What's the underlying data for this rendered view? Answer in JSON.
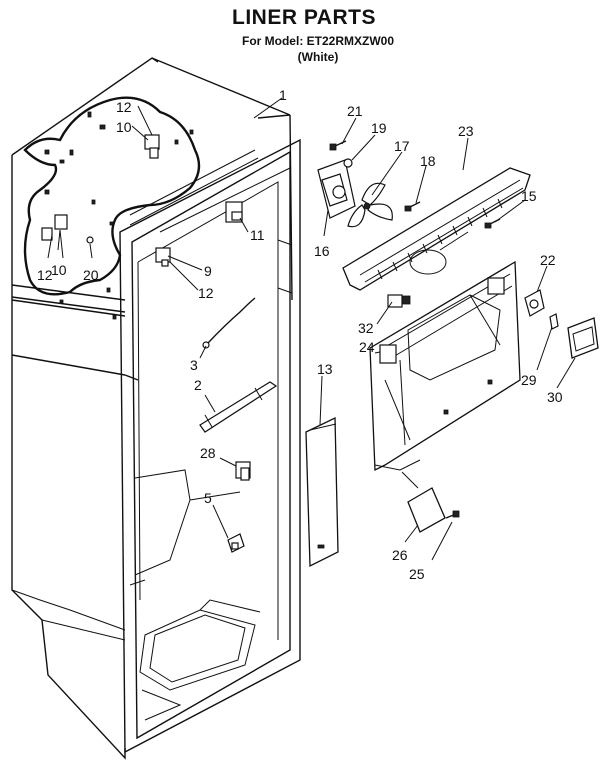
{
  "title": "LINER PARTS",
  "model_line": "For Model: ET22RMXZW00",
  "color_line": "(White)",
  "callouts": {
    "p1": "1",
    "p2": "2",
    "p3": "3",
    "p5": "5",
    "p9": "9",
    "p10a": "10",
    "p10b": "10",
    "p11": "11",
    "p12a": "12",
    "p12b": "12",
    "p12c": "12",
    "p13": "13",
    "p15": "15",
    "p16": "16",
    "p17": "17",
    "p18": "18",
    "p19": "19",
    "p20": "20",
    "p21": "21",
    "p22": "22",
    "p23": "23",
    "p24": "24",
    "p25": "25",
    "p26": "26",
    "p28": "28",
    "p29": "29",
    "p30": "30",
    "p32": "32"
  }
}
